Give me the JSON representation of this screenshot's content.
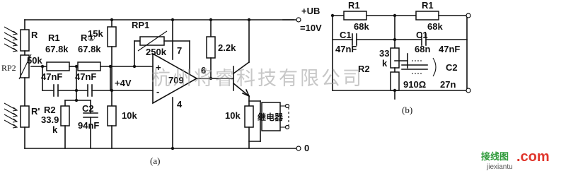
{
  "diagram_a": {
    "caption": "(a)",
    "labels": {
      "ldr_top": "R",
      "ldr_bottom": "R'",
      "rp2": "RP2",
      "rp2_value": "50k",
      "r1": "R1",
      "r1_value": "67.8k",
      "r1b": "R①",
      "r1b_value": "67.8k",
      "c1a": "47nF",
      "c1b": "47nF",
      "r2": "R2",
      "r2_value_1": "33.9",
      "r2_value_2": "k",
      "c2": "C2",
      "c2_value": "94nF",
      "r15k": "15k",
      "rp1": "RP1",
      "rp1_value": "250k",
      "bias_voltage": "+4V",
      "r10k_mid": "10k",
      "opamp": "709",
      "pin7": "7",
      "pin6": "6",
      "pin4": "4",
      "plus": "+",
      "minus": "-",
      "r22k": "2.2k",
      "supply_label": "+UB",
      "supply_value": "=10V",
      "r10k_relay": "10k",
      "relay": "继电器",
      "ground": "0"
    }
  },
  "diagram_b": {
    "caption": "(b)",
    "labels": {
      "r1_left": "R1",
      "r1_left_value": "68k",
      "r1_right": "R1",
      "r1_right_value": "68k",
      "c1_left": "C1",
      "c1_left_value": "47nF",
      "c1_right": "C1",
      "c1_right_value": "47nF",
      "r2_value_1": "33",
      "r2_value_2": "k",
      "r2": "R2",
      "c2_cap_value": "68n",
      "c2": "C2",
      "c2_parallel_value": "27n",
      "r910": "910Ω"
    }
  },
  "watermark": "杭州将睿科技有限公司",
  "logo": {
    "text_cn": "接线图",
    "text_com": ".com",
    "url": "jiexiantu"
  }
}
